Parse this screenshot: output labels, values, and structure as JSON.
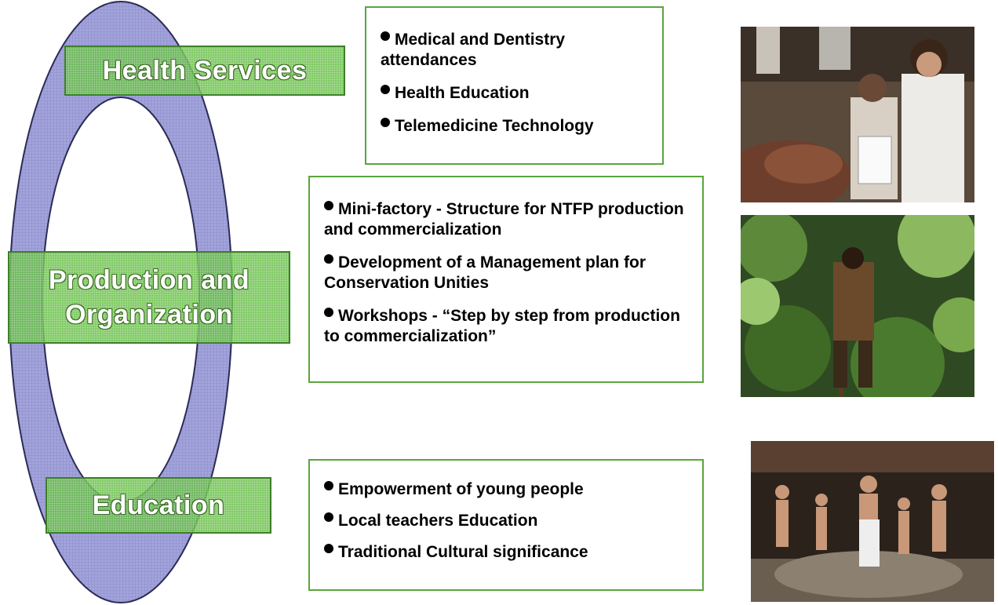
{
  "diagram": {
    "labels": {
      "health": "Health Services",
      "production_line1": "Production and",
      "production_line2": "Organization",
      "education": "Education"
    },
    "health_items": [
      "Medical and Dentistry attendances",
      "Health Education",
      "Telemedicine Technology"
    ],
    "production_items": [
      "Mini-factory - Structure for NTFP production and commercialization",
      "Development of a Management plan for Conservation Unities",
      "Workshops - “Step by step from production to commercialization”"
    ],
    "education_items": [
      "Empowerment of young people",
      "Local teachers Education",
      "Traditional Cultural significance"
    ]
  },
  "colors": {
    "ring": "#9f9fd8",
    "label_green": "#66be46",
    "box_border": "#5aa53e"
  },
  "photos": {
    "health": "photo of doctor and patient",
    "forest": "photo of person walking in forest",
    "dance": "photo of traditional dance"
  }
}
